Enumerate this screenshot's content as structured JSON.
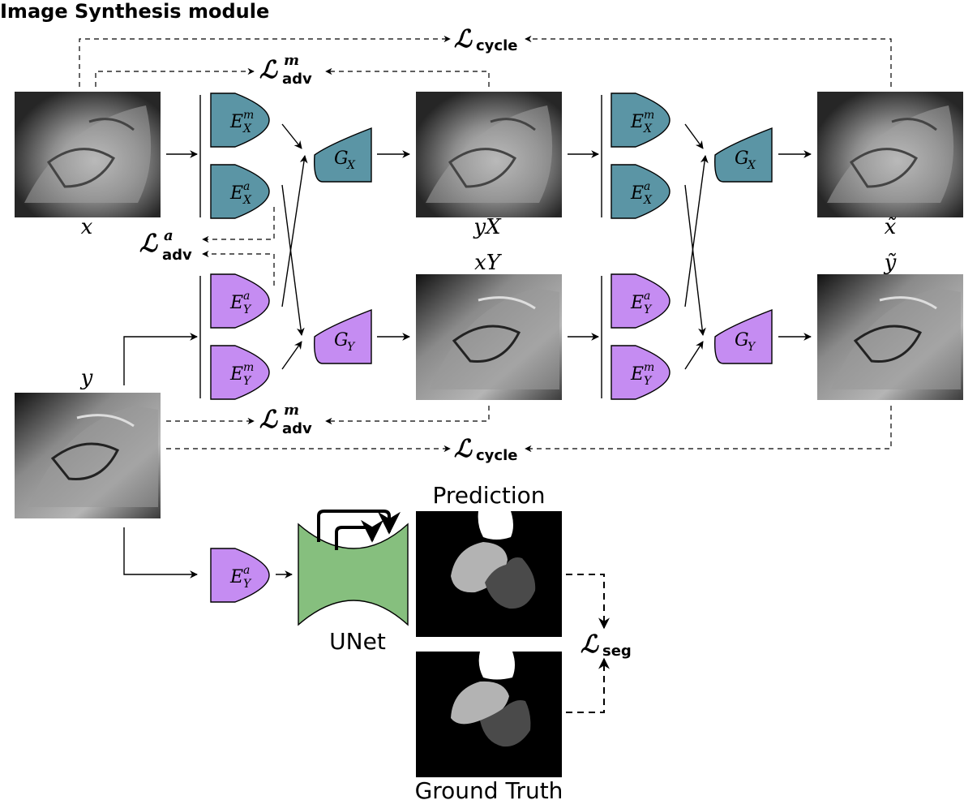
{
  "title": "Image Synthesis module",
  "colors": {
    "enc_x": "#5b95a5",
    "enc_y": "#c58cf2",
    "gen_x": "#5b95a5",
    "gen_y": "#c58cf2",
    "unet": "#86bf7e"
  },
  "images": {
    "x": "x",
    "y_X": "yX",
    "x_tilde": "x̃",
    "x_Y": "xY",
    "y": "y",
    "y_tilde": "ỹ"
  },
  "encoders": {
    "E_X_m": {
      "base": "E",
      "sup": "m",
      "sub": "X"
    },
    "E_X_a": {
      "base": "E",
      "sup": "a",
      "sub": "X"
    },
    "E_Y_a": {
      "base": "E",
      "sup": "a",
      "sub": "Y"
    },
    "E_Y_m": {
      "base": "E",
      "sup": "m",
      "sub": "Y"
    }
  },
  "generators": {
    "G_X": {
      "base": "G",
      "sub": "X"
    },
    "G_Y": {
      "base": "G",
      "sub": "Y"
    }
  },
  "losses": {
    "cycle": {
      "base": "ℒ",
      "sub": "cycle"
    },
    "adv_m": {
      "base": "ℒ",
      "sup": "m",
      "sub": "adv"
    },
    "adv_a": {
      "base": "ℒ",
      "sup": "a",
      "sub": "adv"
    },
    "seg": {
      "base": "ℒ",
      "sub": "seg"
    }
  },
  "unet_label": "UNet",
  "prediction_label": "Prediction",
  "ground_truth_label": "Ground Truth"
}
